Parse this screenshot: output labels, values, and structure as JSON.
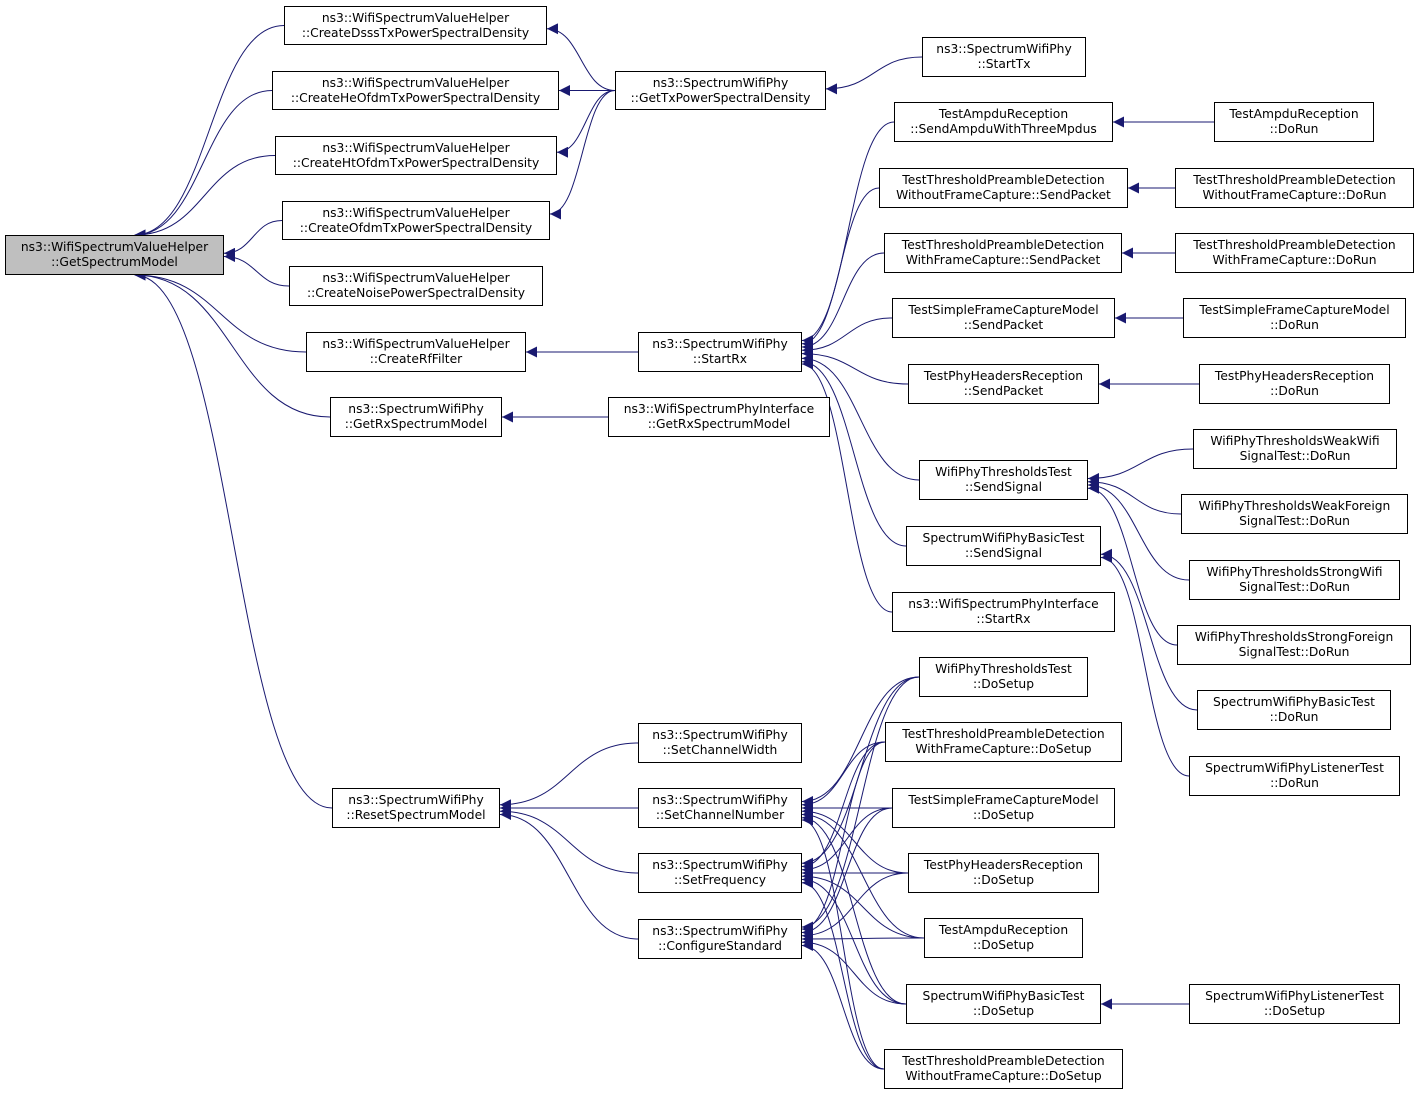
{
  "colors": {
    "edge": "#191970",
    "node_border": "#000000",
    "root_fill": "#bfbfbf",
    "node_fill": "#ffffff"
  },
  "nodes": {
    "root": {
      "l1": "ns3::WifiSpectrumValueHelper",
      "l2": "::GetSpectrumModel"
    },
    "createDsss": {
      "l1": "ns3::WifiSpectrumValueHelper",
      "l2": "::CreateDsssTxPowerSpectralDensity"
    },
    "createHe": {
      "l1": "ns3::WifiSpectrumValueHelper",
      "l2": "::CreateHeOfdmTxPowerSpectralDensity"
    },
    "createHt": {
      "l1": "ns3::WifiSpectrumValueHelper",
      "l2": "::CreateHtOfdmTxPowerSpectralDensity"
    },
    "createOfdm": {
      "l1": "ns3::WifiSpectrumValueHelper",
      "l2": "::CreateOfdmTxPowerSpectralDensity"
    },
    "createNoise": {
      "l1": "ns3::WifiSpectrumValueHelper",
      "l2": "::CreateNoisePowerSpectralDensity"
    },
    "createRf": {
      "l1": "ns3::WifiSpectrumValueHelper",
      "l2": "::CreateRfFilter"
    },
    "getRxSM": {
      "l1": "ns3::SpectrumWifiPhy",
      "l2": "::GetRxSpectrumModel"
    },
    "resetSM": {
      "l1": "ns3::SpectrumWifiPhy",
      "l2": "::ResetSpectrumModel"
    },
    "getTxPSD": {
      "l1": "ns3::SpectrumWifiPhy",
      "l2": "::GetTxPowerSpectralDensity"
    },
    "startRx": {
      "l1": "ns3::SpectrumWifiPhy",
      "l2": "::StartRx"
    },
    "ifaceGetRxSM": {
      "l1": "ns3::WifiSpectrumPhyInterface",
      "l2": "::GetRxSpectrumModel"
    },
    "setChWidth": {
      "l1": "ns3::SpectrumWifiPhy",
      "l2": "::SetChannelWidth"
    },
    "setChNum": {
      "l1": "ns3::SpectrumWifiPhy",
      "l2": "::SetChannelNumber"
    },
    "setFreq": {
      "l1": "ns3::SpectrumWifiPhy",
      "l2": "::SetFrequency"
    },
    "confStd": {
      "l1": "ns3::SpectrumWifiPhy",
      "l2": "::ConfigureStandard"
    },
    "startTx": {
      "l1": "ns3::SpectrumWifiPhy",
      "l2": "::StartTx"
    },
    "sendAmpdu": {
      "l1": "TestAmpduReception",
      "l2": "::SendAmpduWithThreeMpdus"
    },
    "tpdWoSend": {
      "l1": "TestThresholdPreambleDetection",
      "l2": "WithoutFrameCapture::SendPacket"
    },
    "tpdWSend": {
      "l1": "TestThresholdPreambleDetection",
      "l2": "WithFrameCapture::SendPacket"
    },
    "tsfcSend": {
      "l1": "TestSimpleFrameCaptureModel",
      "l2": "::SendPacket"
    },
    "tphSend": {
      "l1": "TestPhyHeadersReception",
      "l2": "::SendPacket"
    },
    "wptSend": {
      "l1": "WifiPhyThresholdsTest",
      "l2": "::SendSignal"
    },
    "swpbSend": {
      "l1": "SpectrumWifiPhyBasicTest",
      "l2": "::SendSignal"
    },
    "ifaceStartRx": {
      "l1": "ns3::WifiSpectrumPhyInterface",
      "l2": "::StartRx"
    },
    "wptSetup": {
      "l1": "WifiPhyThresholdsTest",
      "l2": "::DoSetup"
    },
    "tpdWSetup": {
      "l1": "TestThresholdPreambleDetection",
      "l2": "WithFrameCapture::DoSetup"
    },
    "tsfcSetup": {
      "l1": "TestSimpleFrameCaptureModel",
      "l2": "::DoSetup"
    },
    "tphSetup": {
      "l1": "TestPhyHeadersReception",
      "l2": "::DoSetup"
    },
    "tarSetup": {
      "l1": "TestAmpduReception",
      "l2": "::DoSetup"
    },
    "swpbSetup": {
      "l1": "SpectrumWifiPhyBasicTest",
      "l2": "::DoSetup"
    },
    "tpdWoSetup": {
      "l1": "TestThresholdPreambleDetection",
      "l2": "WithoutFrameCapture::DoSetup"
    },
    "tarRun": {
      "l1": "TestAmpduReception",
      "l2": "::DoRun"
    },
    "tpdWoRun": {
      "l1": "TestThresholdPreambleDetection",
      "l2": "WithoutFrameCapture::DoRun"
    },
    "tpdWRun": {
      "l1": "TestThresholdPreambleDetection",
      "l2": "WithFrameCapture::DoRun"
    },
    "tsfcRun": {
      "l1": "TestSimpleFrameCaptureModel",
      "l2": "::DoRun"
    },
    "tphRun": {
      "l1": "TestPhyHeadersReception",
      "l2": "::DoRun"
    },
    "weakWifiRun": {
      "l1": "WifiPhyThresholdsWeakWifi",
      "l2": "SignalTest::DoRun"
    },
    "weakForRun": {
      "l1": "WifiPhyThresholdsWeakForeign",
      "l2": "SignalTest::DoRun"
    },
    "strongWifiRun": {
      "l1": "WifiPhyThresholdsStrongWifi",
      "l2": "SignalTest::DoRun"
    },
    "strongForRun": {
      "l1": "WifiPhyThresholdsStrongForeign",
      "l2": "SignalTest::DoRun"
    },
    "swpbRun": {
      "l1": "SpectrumWifiPhyBasicTest",
      "l2": "::DoRun"
    },
    "swplRun": {
      "l1": "SpectrumWifiPhyListenerTest",
      "l2": "::DoRun"
    },
    "swplSetup": {
      "l1": "SpectrumWifiPhyListenerTest",
      "l2": "::DoSetup"
    }
  },
  "edges": [
    [
      "root",
      "createDsss"
    ],
    [
      "root",
      "createHe"
    ],
    [
      "root",
      "createHt"
    ],
    [
      "root",
      "createOfdm"
    ],
    [
      "root",
      "createNoise"
    ],
    [
      "root",
      "createRf"
    ],
    [
      "root",
      "getRxSM"
    ],
    [
      "root",
      "resetSM"
    ],
    [
      "createDsss",
      "getTxPSD"
    ],
    [
      "createHe",
      "getTxPSD"
    ],
    [
      "createHt",
      "getTxPSD"
    ],
    [
      "createOfdm",
      "getTxPSD"
    ],
    [
      "getTxPSD",
      "startTx"
    ],
    [
      "createRf",
      "startRx"
    ],
    [
      "getRxSM",
      "ifaceGetRxSM"
    ],
    [
      "startRx",
      "sendAmpdu"
    ],
    [
      "startRx",
      "tpdWoSend"
    ],
    [
      "startRx",
      "tpdWSend"
    ],
    [
      "startRx",
      "tsfcSend"
    ],
    [
      "startRx",
      "tphSend"
    ],
    [
      "startRx",
      "wptSend"
    ],
    [
      "startRx",
      "swpbSend"
    ],
    [
      "startRx",
      "ifaceStartRx"
    ],
    [
      "sendAmpdu",
      "tarRun"
    ],
    [
      "tpdWoSend",
      "tpdWoRun"
    ],
    [
      "tpdWSend",
      "tpdWRun"
    ],
    [
      "tsfcSend",
      "tsfcRun"
    ],
    [
      "tphSend",
      "tphRun"
    ],
    [
      "wptSend",
      "weakWifiRun"
    ],
    [
      "wptSend",
      "weakForRun"
    ],
    [
      "wptSend",
      "strongWifiRun"
    ],
    [
      "wptSend",
      "strongForRun"
    ],
    [
      "swpbSend",
      "swpbRun"
    ],
    [
      "swpbSend",
      "swplRun"
    ],
    [
      "resetSM",
      "setChWidth"
    ],
    [
      "resetSM",
      "setChNum"
    ],
    [
      "resetSM",
      "setFreq"
    ],
    [
      "resetSM",
      "confStd"
    ],
    [
      "setChNum",
      "wptSetup"
    ],
    [
      "setChNum",
      "tpdWSetup"
    ],
    [
      "setChNum",
      "tsfcSetup"
    ],
    [
      "setChNum",
      "tphSetup"
    ],
    [
      "setChNum",
      "tarSetup"
    ],
    [
      "setChNum",
      "swpbSetup"
    ],
    [
      "setChNum",
      "tpdWoSetup"
    ],
    [
      "setFreq",
      "wptSetup"
    ],
    [
      "setFreq",
      "tpdWSetup"
    ],
    [
      "setFreq",
      "tsfcSetup"
    ],
    [
      "setFreq",
      "tphSetup"
    ],
    [
      "setFreq",
      "tarSetup"
    ],
    [
      "setFreq",
      "swpbSetup"
    ],
    [
      "setFreq",
      "tpdWoSetup"
    ],
    [
      "confStd",
      "wptSetup"
    ],
    [
      "confStd",
      "tpdWSetup"
    ],
    [
      "confStd",
      "tsfcSetup"
    ],
    [
      "confStd",
      "tphSetup"
    ],
    [
      "confStd",
      "tarSetup"
    ],
    [
      "confStd",
      "swpbSetup"
    ],
    [
      "confStd",
      "tpdWoSetup"
    ],
    [
      "swpbSetup",
      "swplSetup"
    ]
  ]
}
